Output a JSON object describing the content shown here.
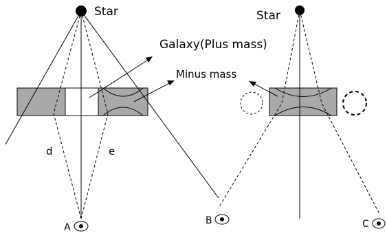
{
  "labels": {
    "star_left": "Star",
    "star_right": "Star",
    "galaxy": "Galaxy(Plus mass)",
    "minus_mass": "Minus mass",
    "path_d": "d",
    "path_e": "e",
    "observer_a": "A",
    "observer_b": "B",
    "observer_c": "C"
  },
  "colors": {
    "line": "#000000",
    "mass_fill": "#a9a9a9",
    "background": "#ffffff"
  },
  "icons": {
    "star": "filled-circle",
    "observer": "eye-icon",
    "virtual_image": "dashed-circle"
  }
}
